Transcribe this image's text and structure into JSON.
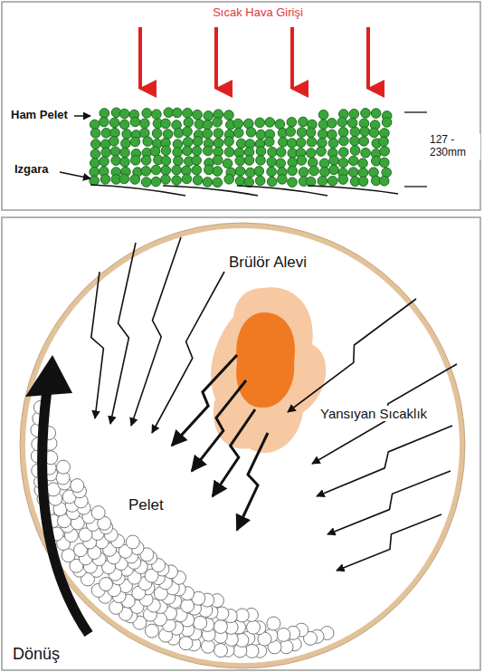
{
  "diagram": {
    "labels": [
      "Sıcak Hava Girişi",
      "Ham Pelet",
      "Izgara",
      "127 - 230mm",
      "Brülör Alevi",
      "Yansıyan Sıcaklık",
      "Pelet",
      "Dönüş"
    ]
  }
}
